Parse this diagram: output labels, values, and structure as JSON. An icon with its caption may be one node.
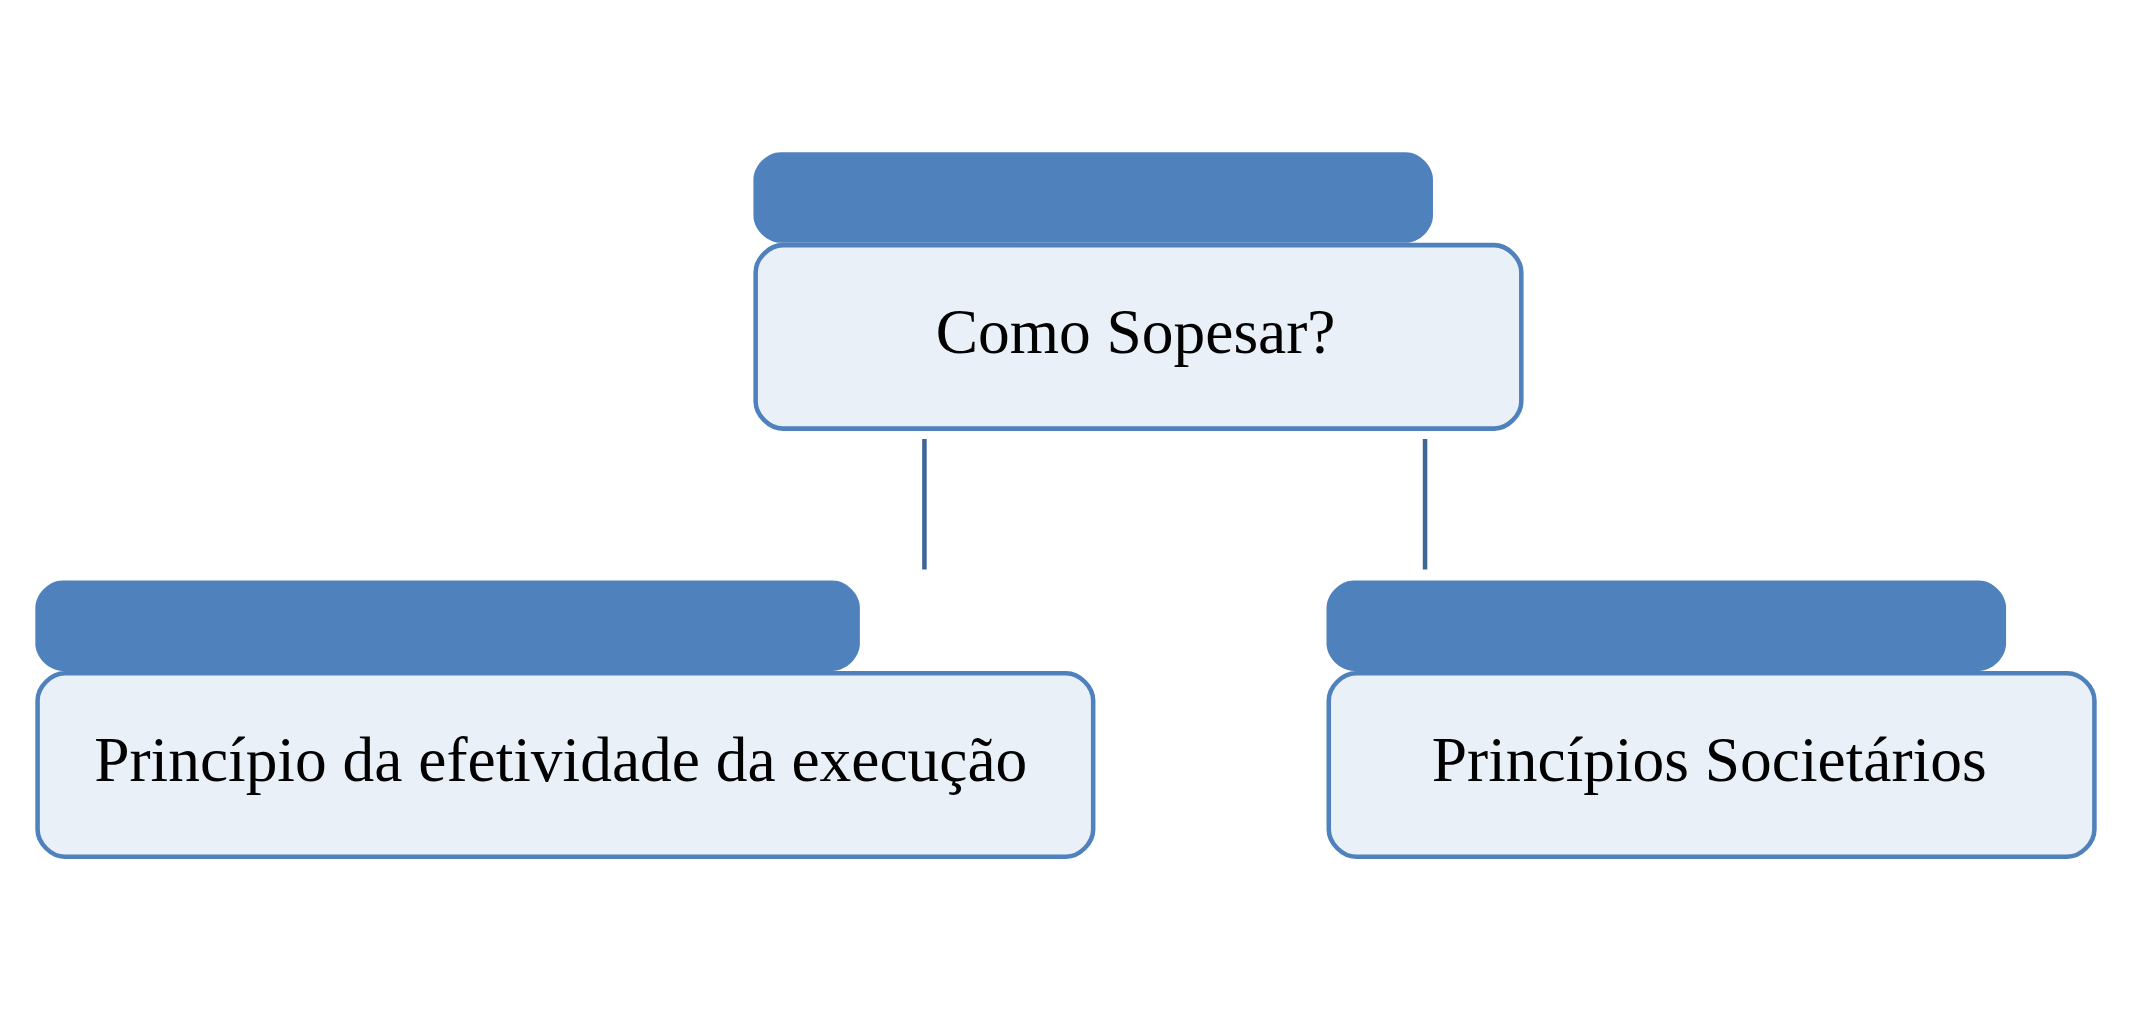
{
  "diagram": {
    "nodes": [
      {
        "text": [
          "Como Sopesar?"
        ]
      },
      {
        "text": [
          "Princípio da efetividade da execução"
        ]
      },
      {
        "text": [
          "Princípios Societários"
        ]
      }
    ],
    "edges": [
      {
        "from": 0,
        "to": 1,
        "arrow": "none"
      },
      {
        "from": 0,
        "to": 2,
        "arrow": "none"
      }
    ]
  }
}
